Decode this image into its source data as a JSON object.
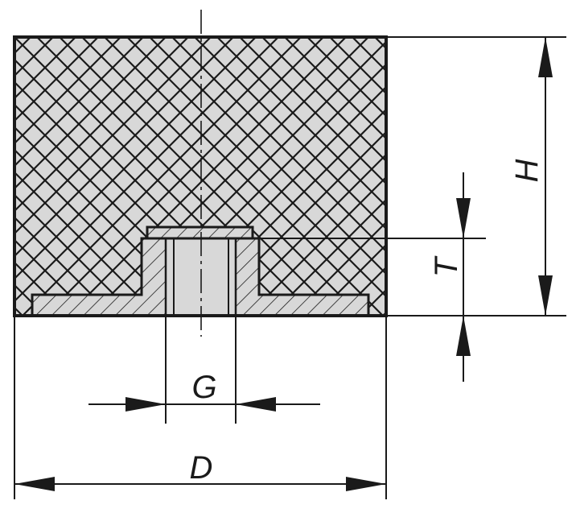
{
  "labels": {
    "height": "H",
    "thread_depth": "T",
    "thread": "G",
    "diameter": "D"
  },
  "colors": {
    "line": "#1a1a1a",
    "fill": "#d8d8d8",
    "background": "#ffffff"
  }
}
